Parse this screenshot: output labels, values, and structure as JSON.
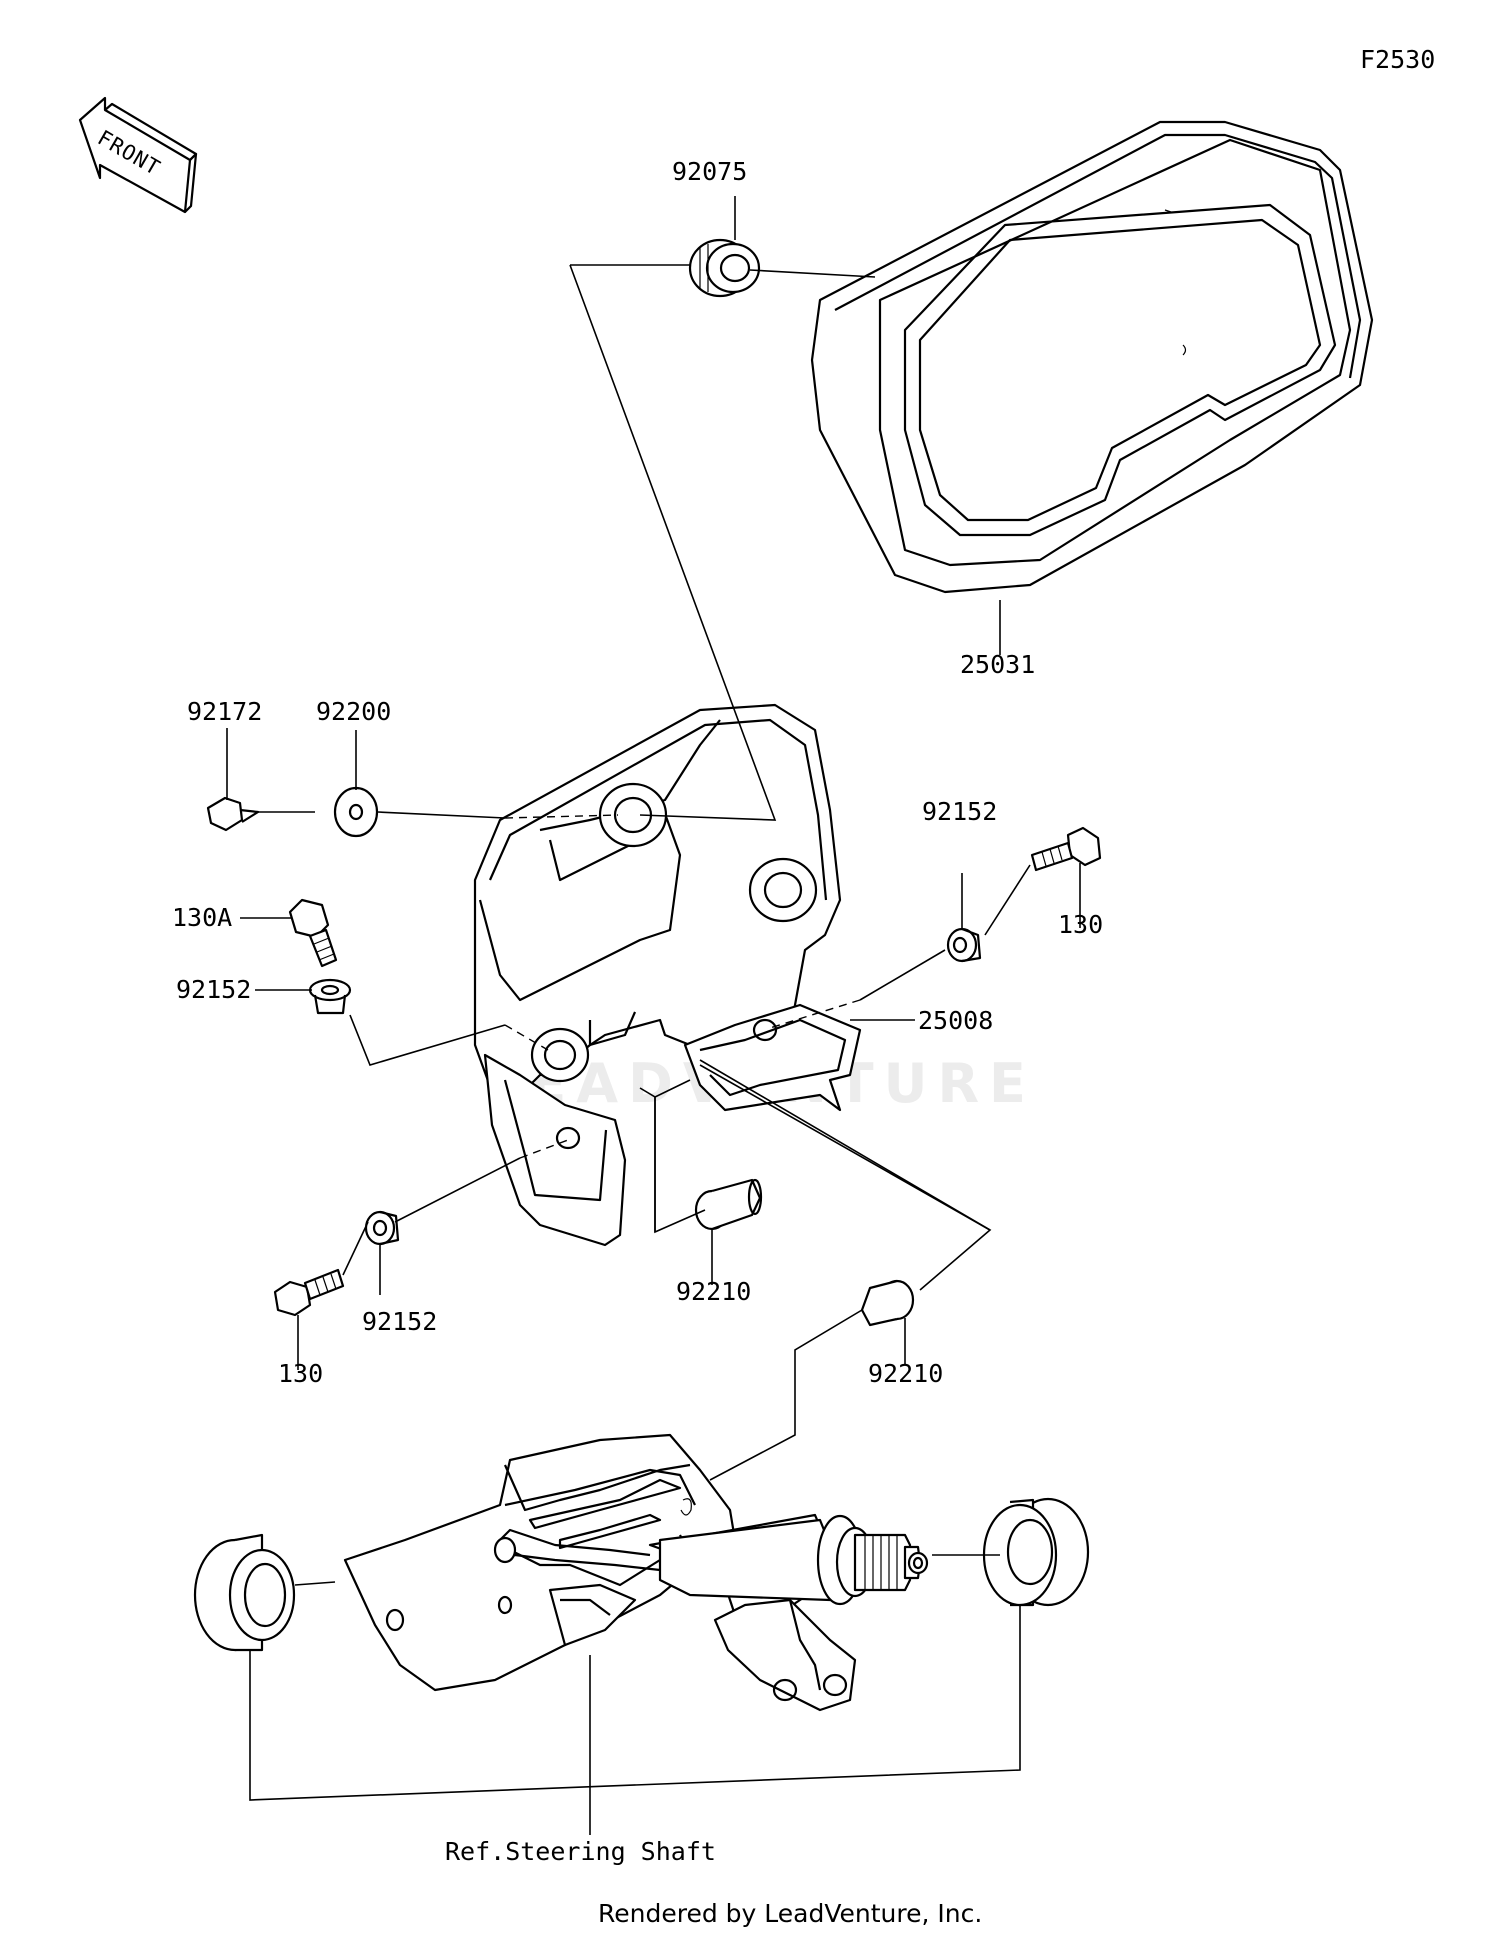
{
  "figure_code": "F2530",
  "front_arrow_label": "FRONT",
  "watermark": "LEADVENTURE",
  "parts": {
    "p92075": "92075",
    "p25031": "25031",
    "p92172": "92172",
    "p92200": "92200",
    "p130a": "130A",
    "p92152_left": "92152",
    "p92152_right": "92152",
    "p130_right": "130",
    "p25008": "25008",
    "p92152_bottom": "92152",
    "p130_bottom": "130",
    "p92210_center": "92210",
    "p92210_right": "92210"
  },
  "reference_label": "Ref.Steering Shaft",
  "footer": "Rendered by LeadVenture, Inc.",
  "colors": {
    "line": "#000000",
    "background": "#ffffff",
    "watermark": "#ececec"
  }
}
